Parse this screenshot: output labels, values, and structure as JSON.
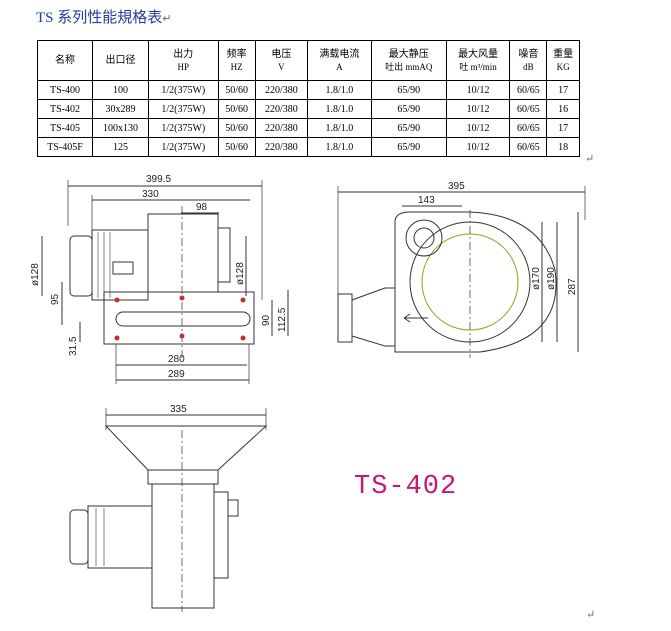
{
  "doc": {
    "title": "TS 系列性能規格表",
    "para_mark": "↵",
    "model_label": "TS-402"
  },
  "table": {
    "headers": [
      {
        "name": "名称",
        "unit": ""
      },
      {
        "name": "出口径",
        "unit": ""
      },
      {
        "name": "出力",
        "unit": "HP"
      },
      {
        "name": "频率",
        "unit": "HZ"
      },
      {
        "name": "电压",
        "unit": "V"
      },
      {
        "name": "满载电流",
        "unit": "A"
      },
      {
        "name": "最大静压",
        "unit": "吐出 mmAQ"
      },
      {
        "name": "最大风量",
        "unit": "吐 m³/min"
      },
      {
        "name": "噪音",
        "unit": "dB"
      },
      {
        "name": "重量",
        "unit": "KG"
      }
    ],
    "rows": [
      [
        "TS-400",
        "100",
        "1/2(375W)",
        "50/60",
        "220/380",
        "1.8/1.0",
        "65/90",
        "10/12",
        "60/65",
        "17"
      ],
      [
        "TS-402",
        "30x289",
        "1/2(375W)",
        "50/60",
        "220/380",
        "1.8/1.0",
        "65/90",
        "10/12",
        "60/65",
        "16"
      ],
      [
        "TS-405",
        "100x130",
        "1/2(375W)",
        "50/60",
        "220/380",
        "1.8/1.0",
        "65/90",
        "10/12",
        "60/65",
        "17"
      ],
      [
        "TS-405F",
        "125",
        "1/2(375W)",
        "50/60",
        "220/380",
        "1.8/1.0",
        "65/90",
        "10/12",
        "60/65",
        "18"
      ]
    ]
  },
  "dimensions": {
    "side_view": {
      "overall": "399.5",
      "body": "330",
      "motor_offset": "98",
      "dia_left": "ø128",
      "dia_right": "ø128",
      "height_95": "95",
      "height_90": "90",
      "height_112": "112.5",
      "base_31": "31.5",
      "base_280": "280",
      "base_289": "289"
    },
    "front_view": {
      "width": "395",
      "offset": "143",
      "dia_170": "ø170",
      "dia_190": "ø190",
      "height": "287"
    },
    "bottom_view": {
      "width": "335"
    }
  }
}
